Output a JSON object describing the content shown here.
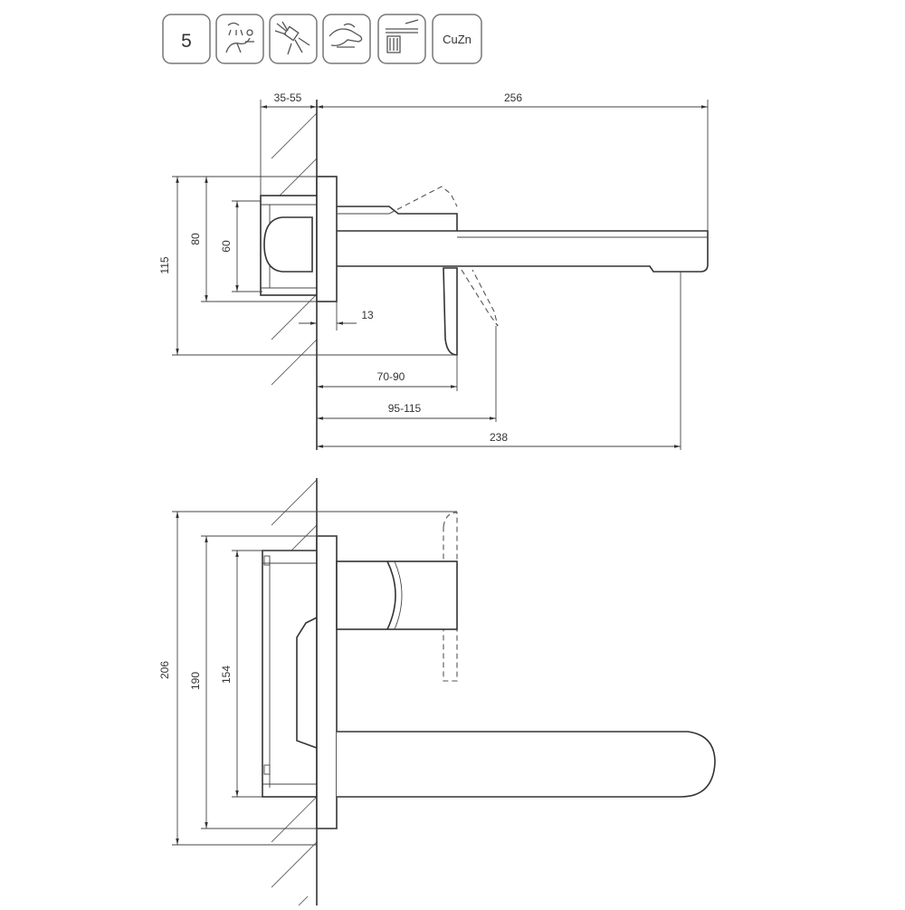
{
  "feature_icons": {
    "flow_class": "5",
    "material": "CuZn",
    "icons": [
      "hand-shower-icon",
      "spray-nozzle-icon",
      "hand-icon",
      "cleaning-brush-icon"
    ]
  },
  "side_view": {
    "dim_wall_depth": "35-55",
    "dim_total_projection": "256",
    "dim_plate_height": "80",
    "dim_body_height": "60",
    "dim_total_height": "115",
    "dim_plate_thickness": "13",
    "dim_lever_reach": "70-90",
    "dim_lever_open_reach": "95-115",
    "dim_outlet_reach": "238"
  },
  "plan_view": {
    "dim_total_width": "206",
    "dim_plate_width": "190",
    "dim_body_width": "154"
  },
  "colors": {
    "line": "#333333",
    "hatch": "#666666",
    "icon_border": "#777777"
  }
}
